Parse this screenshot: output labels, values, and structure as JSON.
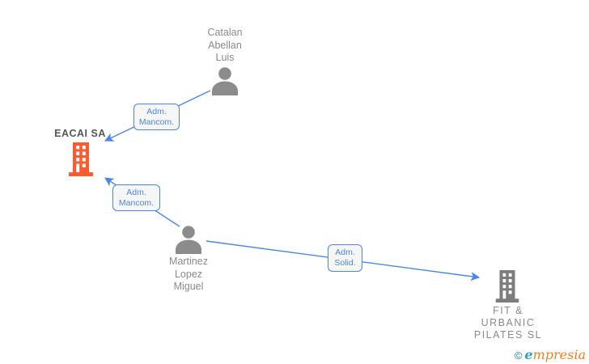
{
  "diagram": {
    "nodes": {
      "person_catalan": {
        "type": "person",
        "lines": [
          "Catalan",
          "Abellan",
          "Luis"
        ]
      },
      "company_eacai": {
        "type": "company",
        "label": "EACAI SA",
        "highlighted": true
      },
      "person_martinez": {
        "type": "person",
        "lines": [
          "Martinez",
          "Lopez",
          "Miguel"
        ]
      },
      "company_fit_urbanic": {
        "type": "company",
        "lines": [
          "FIT &",
          "URBANIC",
          "PILATES SL"
        ],
        "highlighted": false
      }
    },
    "edges": {
      "catalan_to_eacai": {
        "from": "person_catalan",
        "to": "company_eacai",
        "label": [
          "Adm.",
          "Mancom."
        ]
      },
      "martinez_to_eacai": {
        "from": "person_martinez",
        "to": "company_eacai",
        "label": [
          "Adm.",
          "Mancom."
        ]
      },
      "martinez_to_fit": {
        "from": "person_martinez",
        "to": "company_fit_urbanic",
        "label": [
          "Adm.",
          "Solid."
        ]
      }
    }
  },
  "colors": {
    "edge": "#4a86e8",
    "person_icon": "#8c8c8c",
    "company_icon_highlight": "#fb5b30",
    "company_icon_default": "#7d7d7d",
    "node_label": "#8a8a8a",
    "company_label": "#555555",
    "edge_label_bg": "#f6f6f6",
    "brand_copyright": "#1d7b8c",
    "brand_initial": "#2d9fd0",
    "brand_rest": "#ee7f1d"
  },
  "footer": {
    "copyright": "©",
    "brand_initial": "e",
    "brand_rest": "mpresia"
  }
}
